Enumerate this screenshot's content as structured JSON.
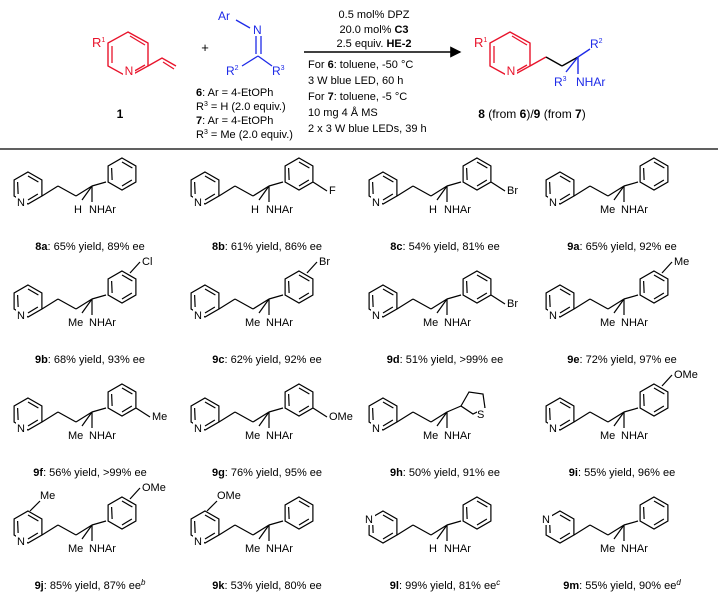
{
  "header": {
    "reactant1": {
      "r_label": "R",
      "r_sup": "1",
      "n_label": "N",
      "number": "1"
    },
    "plus": "+",
    "imine": {
      "ar": "Ar",
      "n": "N",
      "r2": "R",
      "r2_sup": "2",
      "r3": "R",
      "r3_sup": "3"
    },
    "imine_list": [
      {
        "num": "6",
        "rest": ": Ar = 4-EtOPh"
      },
      {
        "pre": "R",
        "sup": "3",
        "rest": " = H (2.0 equiv.)"
      },
      {
        "num": "7",
        "rest": ": Ar = 4-EtOPh"
      },
      {
        "pre": "R",
        "sup": "3",
        "rest": " = Me (2.0 equiv.)"
      }
    ],
    "conditions_above": [
      "0.5 mol% DPZ",
      "20.0 mol% ",
      "C3",
      "2.5 equiv. ",
      "HE-2"
    ],
    "conditions_below": [
      {
        "pre": "For ",
        "bold": "6",
        "rest": ": toluene, -50 °C"
      },
      {
        "text": "3 W blue LED, 60 h"
      },
      {
        "pre": "For ",
        "bold": "7",
        "rest": ": toluene, -5 °C"
      },
      {
        "text": "10 mg 4 Å MS"
      },
      {
        "text": "2 x 3 W blue LEDs, 39 h"
      }
    ],
    "product": {
      "r1": "R",
      "r1_sup": "1",
      "n": "N",
      "r2": "R",
      "r2_sup": "2",
      "r3": "R",
      "r3_sup": "3",
      "nhar": "NHAr",
      "caption_a": "8",
      "caption_b": " (from ",
      "caption_c": "6",
      "caption_d": ")/",
      "caption_e": "9",
      "caption_f": " (from ",
      "caption_g": "7",
      "caption_h": ")"
    }
  },
  "entries": [
    {
      "id": "8a",
      "text": ": 65% yield, 89% ee",
      "sup": "",
      "left": "H",
      "sub": "",
      "ring": "py2"
    },
    {
      "id": "8b",
      "text": ": 61% yield, 86% ee",
      "sup": "",
      "left": "H",
      "sub": "F",
      "ring": "py2"
    },
    {
      "id": "8c",
      "text": ": 54% yield, 81% ee",
      "sup": "",
      "left": "H",
      "sub": "Br",
      "ring": "py2"
    },
    {
      "id": "9a",
      "text": ": 65% yield, 92% ee",
      "sup": "",
      "left": "Me",
      "sub": "",
      "ring": "py2"
    },
    {
      "id": "9b",
      "text": ": 68% yield, 93% ee",
      "sup": "",
      "left": "Me",
      "sub": "Cl",
      "ring": "py2"
    },
    {
      "id": "9c",
      "text": ": 62% yield, 92% ee",
      "sup": "",
      "left": "Me",
      "sub": "Br",
      "ring": "py2"
    },
    {
      "id": "9d",
      "text": ": 51% yield, >99% ee",
      "sup": "",
      "left": "Me",
      "sub": "Br",
      "ring": "py2"
    },
    {
      "id": "9e",
      "text": ": 72% yield, 97% ee",
      "sup": "",
      "left": "Me",
      "sub": "Me",
      "ring": "py2"
    },
    {
      "id": "9f",
      "text": ": 56% yield, >99% ee",
      "sup": "",
      "left": "Me",
      "sub": "Me",
      "ring": "py2"
    },
    {
      "id": "9g",
      "text": ": 76% yield, 95% ee",
      "sup": "",
      "left": "Me",
      "sub": "OMe",
      "ring": "py2"
    },
    {
      "id": "9h",
      "text": ": 50% yield, 91% ee",
      "sup": "",
      "left": "Me",
      "sub": "S",
      "ring": "py2"
    },
    {
      "id": "9i",
      "text": ": 55% yield, 96% ee",
      "sup": "",
      "left": "Me",
      "sub": "OMe",
      "ring": "py2"
    },
    {
      "id": "9j",
      "text": ": 85% yield, 87% ee",
      "sup": "b",
      "left": "Me",
      "sub": "OMe",
      "ring": "py2",
      "ring_sub": "Me"
    },
    {
      "id": "9k",
      "text": ": 53% yield, 80% ee",
      "sup": "",
      "left": "Me",
      "sub": "",
      "ring": "py2",
      "ring_sub": "OMe"
    },
    {
      "id": "9l",
      "text": ": 99% yield, 81% ee",
      "sup": "c",
      "left": "H",
      "sub": "",
      "ring": "py4"
    },
    {
      "id": "9m",
      "text": ": 55% yield, 90% ee",
      "sup": "d",
      "left": "Me",
      "sub": "",
      "ring": "py4"
    }
  ],
  "common": {
    "n": "N",
    "nhar": "NHAr"
  }
}
